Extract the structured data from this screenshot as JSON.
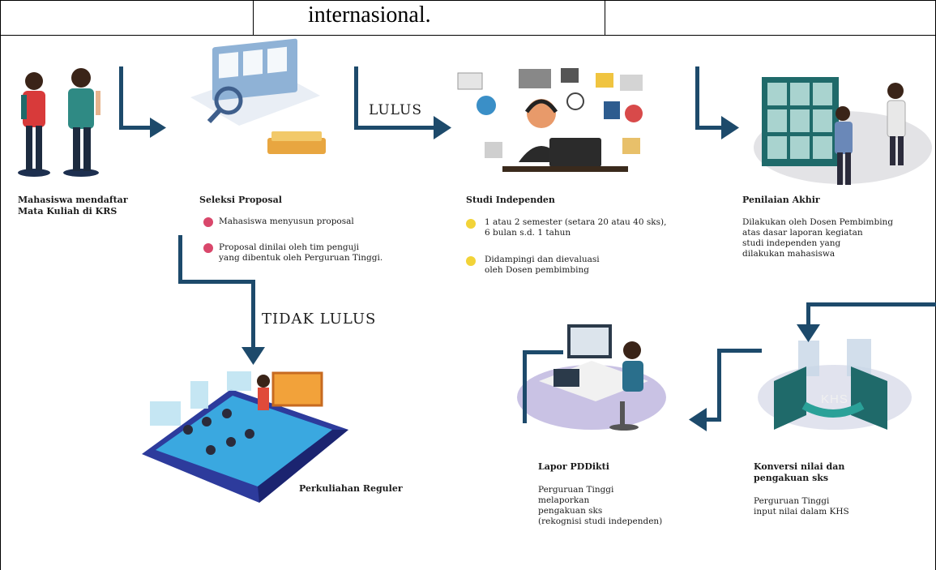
{
  "table": {
    "cell_text": "internasional."
  },
  "flow": {
    "lulus_label": "LULUS",
    "tidak_lulus_label": "TIDAK LULUS",
    "khs_label": "KHS",
    "step1": {
      "title_line1": "Mahasiswa mendaftar",
      "title_line2": "Mata Kuliah di KRS"
    },
    "step2": {
      "title": "Seleksi Proposal",
      "bullet1": "Mahasiswa menyusun proposal",
      "bullet2_line1": "Proposal dinilai oleh tim penguji",
      "bullet2_line2": "yang dibentuk oleh Perguruan Tinggi."
    },
    "step3": {
      "title": "Studi Independen",
      "bullet1_line1": "1 atau 2 semester (setara 20 atau 40 sks),",
      "bullet1_line2": "6 bulan s.d. 1 tahun",
      "bullet2_line1": "Didampingi dan dievaluasi",
      "bullet2_line2": "oleh Dosen pembimbing"
    },
    "step4": {
      "title": "Penilaian Akhir",
      "line1": "Dilakukan oleh Dosen Pembimbing",
      "line2": "atas dasar laporan kegiatan",
      "line3": "studi independen yang",
      "line4": "dilakukan mahasiswa"
    },
    "step5": {
      "title_line1": "Konversi nilai dan",
      "title_line2": "pengakuan sks",
      "body_line1": "Perguruan Tinggi",
      "body_line2": "input nilai dalam KHS"
    },
    "step6": {
      "title": "Lapor PDDikti",
      "line1": "Perguruan Tinggi",
      "line2": "melaporkan",
      "line3": "pengakuan sks",
      "line4": "(rekognisi studi independen)"
    },
    "step7": {
      "title": "Perkuliahan Reguler"
    }
  },
  "colors": {
    "arrow": "#1d4a6b",
    "pink_dot": "#d9476b",
    "yellow_dot": "#f2d338"
  }
}
